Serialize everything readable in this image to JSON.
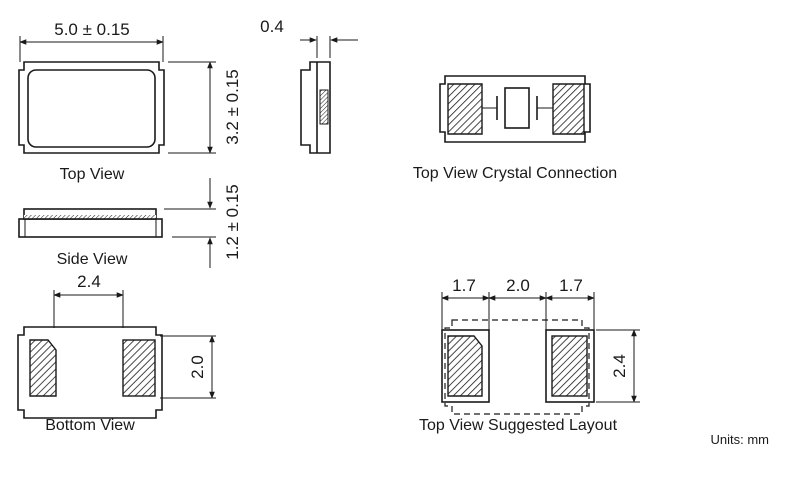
{
  "diagram": {
    "labels": {
      "top_view": "Top View",
      "side_view": "Side View",
      "bottom_view": "Bottom View",
      "crystal_connection": "Top View Crystal Connection",
      "suggested_layout": "Top View Suggested Layout",
      "units": "Units: mm"
    },
    "dimensions": {
      "length": "5.0 ± 0.15",
      "width": "3.2 ± 0.15",
      "height": "1.2 ± 0.15",
      "side_thickness": "0.4",
      "pad_pitch": "2.4",
      "pad_height": "2.0",
      "layout_pad_width_left": "1.7",
      "layout_gap": "2.0",
      "layout_pad_width_right": "1.7",
      "layout_height": "2.4"
    },
    "colors": {
      "line": "#1a1a1a",
      "hatch": "#1a1a1a",
      "background": "#ffffff"
    }
  }
}
